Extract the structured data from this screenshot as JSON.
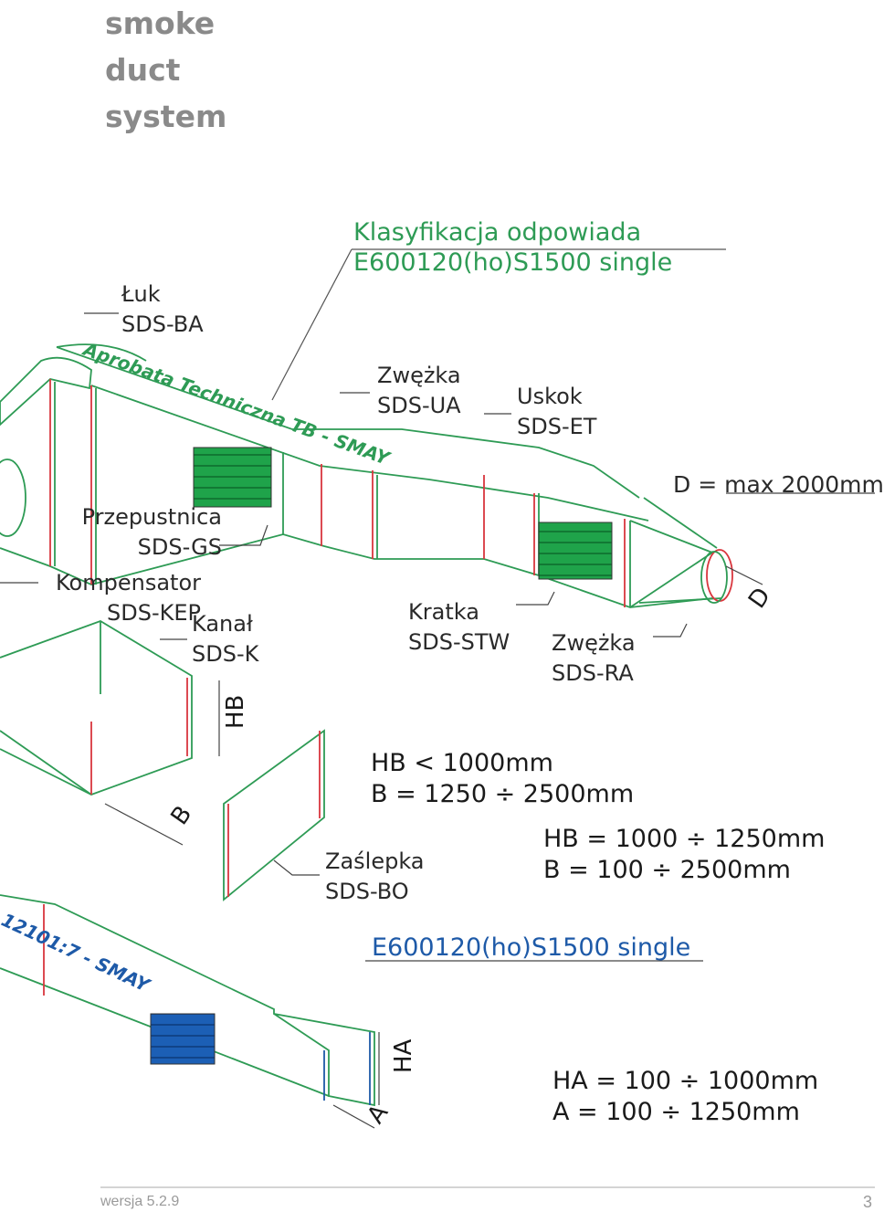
{
  "title_lines": [
    "smoke",
    "duct",
    "system"
  ],
  "classification": {
    "line1": "Klasyfikacja odpowiada",
    "line2": "E600120(ho)S1500 single"
  },
  "labels": {
    "luk": [
      "Łuk",
      "SDS-BA"
    ],
    "zwezka_ua": [
      "Zwężka",
      "SDS-UA"
    ],
    "uskok": [
      "Uskok",
      "SDS-ET"
    ],
    "przepustnica": [
      "Przepustnica",
      "SDS-GS"
    ],
    "kompensator": [
      "Kompensator",
      "SDS-KEP"
    ],
    "kanal": [
      "Kanał",
      "SDS-K"
    ],
    "kratka": [
      "Kratka",
      "SDS-STW"
    ],
    "zwezka_ra": [
      "Zwężka",
      "SDS-RA"
    ],
    "zaslepka": [
      "Zaślepka",
      "SDS-BO"
    ]
  },
  "d_max": "D = max 2000mm",
  "dimensions": {
    "hb": "HB",
    "b": "B",
    "d": "D",
    "ha": "HA",
    "a": "A"
  },
  "spec_b1": [
    "HB < 1000mm",
    "B = 1250 ÷ 2500mm"
  ],
  "spec_b2": [
    "HB = 1000 ÷ 1250mm",
    "B = 100 ÷ 2500mm"
  ],
  "lower_class": "E600120(ho)S1500 single",
  "spec_a": [
    "HA = 100 ÷ 1000mm",
    "A = 100 ÷ 1250mm"
  ],
  "watermark_top": "Aprobata Techniczna TB - SMAY",
  "watermark_bottom": "12101:7 - SMAY",
  "footer_version": "wersja 5.2.9",
  "page_number": "3",
  "colors": {
    "green": "#2e9b55",
    "red": "#d9363e",
    "blue": "#1e5aa8",
    "grille_green": "#1fa34a",
    "grille_blue": "#1c5fb5",
    "title_gray": "#8a8a8a"
  }
}
